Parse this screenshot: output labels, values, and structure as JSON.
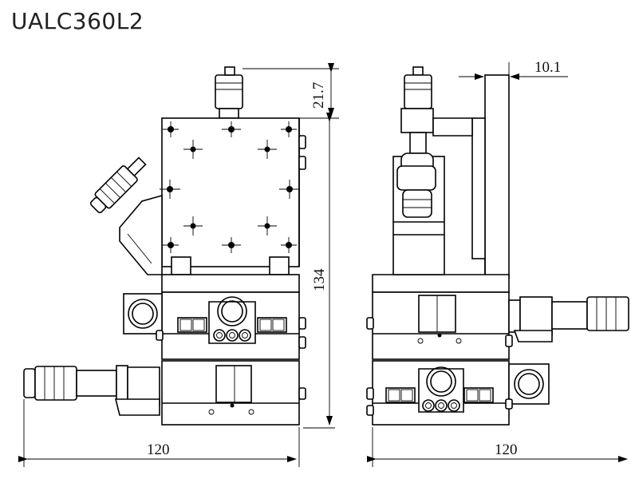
{
  "title": "UALC360L2",
  "dimensions": {
    "front_height_total": "134",
    "front_top_protrusion": "21.7",
    "front_width": "120",
    "side_offset": "10.1",
    "side_width": "120"
  },
  "colors": {
    "line": "#000000",
    "background": "#ffffff",
    "title": "#222222"
  }
}
